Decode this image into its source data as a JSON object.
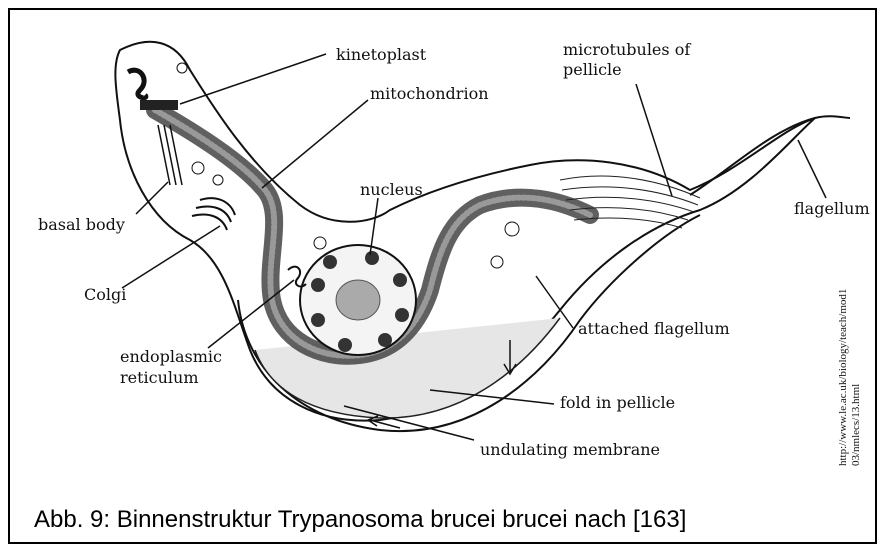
{
  "labels": {
    "kinetoplast": "kinetoplast",
    "mitochondrion": "mitochondrion",
    "microtubules_line1": "microtubules of",
    "microtubules_line2": "pellicle",
    "nucleus": "nucleus",
    "flagellum": "flagellum",
    "basal_body": "basal body",
    "golgi": "Colgi",
    "er_line1": "endoplasmic",
    "er_line2": "reticulum",
    "attached_flagellum": "attached flagellum",
    "fold_in_pellicle": "fold in pellicle",
    "undulating_membrane": "undulating membrane"
  },
  "source_url": {
    "line1": "http://www.le.ac.uk/biology/teach/mod1",
    "line2": "03/nmlecs/13.html"
  },
  "caption": "Abb. 9: Binnenstruktur Trypanosoma brucei brucei nach [163]"
}
